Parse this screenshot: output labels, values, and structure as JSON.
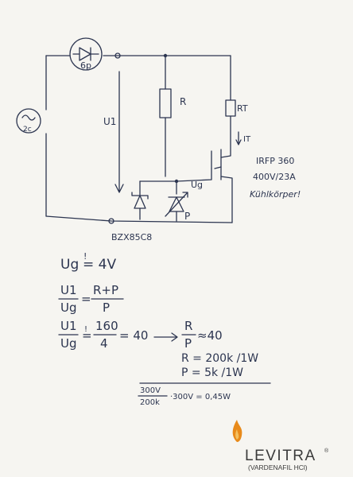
{
  "circuit": {
    "diode_label": "6p",
    "source_label": "2c",
    "voltage_u1": "U1",
    "resistor_r": "R",
    "resistor_rt": "RT",
    "current_it": "IT",
    "gate_ug": "Ug",
    "pot_p": "P",
    "zener_part": "BZX85C8",
    "mosfet_line1": "IRFP 360",
    "mosfet_line2": "400V/23A",
    "mosfet_line3": "Kühlkörper!"
  },
  "equations": {
    "eq1_lhs": "Ug",
    "eq1_op": "!",
    "eq1_rhs": "= 4V",
    "eq2_num": "U1",
    "eq2_den": "Ug",
    "eq2_rnum": "R+P",
    "eq2_rden": "P",
    "eq3_num": "U1",
    "eq3_den": "Ug",
    "eq3_op": "!",
    "eq3_mnum": "160",
    "eq3_mden": "4",
    "eq3_eq40": "= 40",
    "eq3_rnum": "R",
    "eq3_rden": "P",
    "eq3_approx": "≈40",
    "r_value": "R = 200k /1W",
    "p_value": "P = 5k /1W",
    "frac_num": "300V",
    "frac_den": "200k",
    "product": "·300V = 0,45W"
  },
  "brand": {
    "name": "LEVITRA",
    "reg": "®",
    "sub": "(VARDENAFIL HCl)",
    "flame_color": "#e88a1a"
  }
}
